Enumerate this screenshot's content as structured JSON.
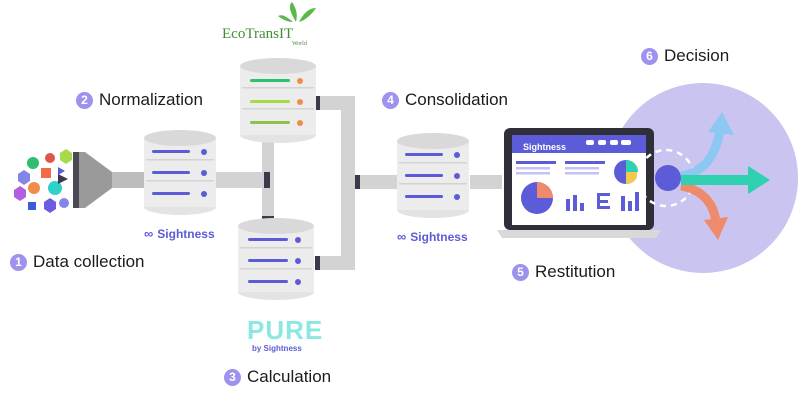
{
  "steps": [
    {
      "number": "1",
      "label": "Data collection"
    },
    {
      "number": "2",
      "label": "Normalization"
    },
    {
      "number": "3",
      "label": "Calculation"
    },
    {
      "number": "4",
      "label": "Consolidation"
    },
    {
      "number": "5",
      "label": "Restitution"
    },
    {
      "number": "6",
      "label": "Decision"
    }
  ],
  "brands": {
    "sightness": "Sightness",
    "ecotransit": "EcoTransIT",
    "ecotransit_sub": "World",
    "pure": "PURE",
    "pure_by": "by Sightness",
    "screen": "Sightness"
  },
  "colors": {
    "accent": "#5c5bd8",
    "step_badge": "#9d93ee",
    "pipe": "#d3d3d3",
    "decision_circle": "#c9c4f0",
    "arrow_up": "#8cc8f2",
    "arrow_right": "#2fd1b0",
    "arrow_down": "#f08a6c"
  },
  "icons": [
    "hexagon-icon",
    "circle-icon",
    "square-icon",
    "funnel-icon",
    "database-icon",
    "laptop-icon",
    "pie-chart-icon",
    "bar-chart-icon",
    "arrow-icon"
  ]
}
